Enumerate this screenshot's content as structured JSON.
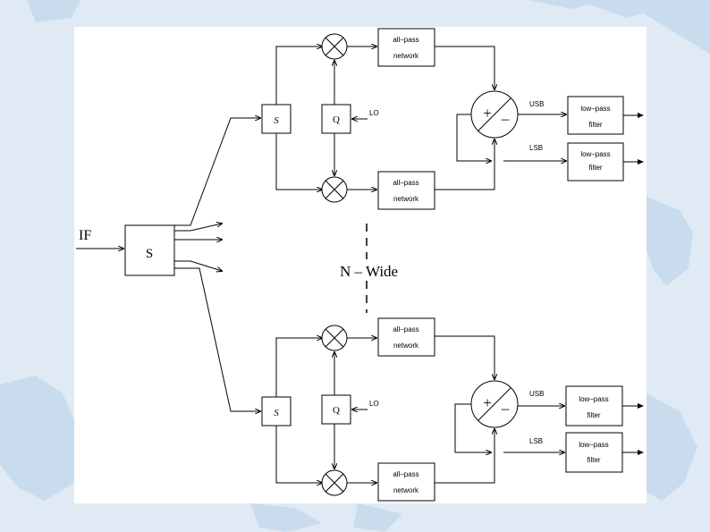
{
  "diagram": {
    "input_label": "IF",
    "main_splitter_label": "S",
    "center_label": "N – Wide",
    "channels": [
      {
        "splitter_label": "S",
        "quadrature_label": "Q",
        "lo_label": "LO",
        "allpass_top": [
          "all–pass",
          "network"
        ],
        "allpass_bottom": [
          "all–pass",
          "network"
        ],
        "combiner_label": "+/–",
        "usb_label": "USB",
        "lsb_label": "LSB",
        "lpf_top": [
          "low–pass",
          "filter"
        ],
        "lpf_bottom": [
          "low–pass",
          "filter"
        ]
      },
      {
        "splitter_label": "S",
        "quadrature_label": "Q",
        "lo_label": "LO",
        "allpass_top": [
          "all–pass",
          "network"
        ],
        "allpass_bottom": [
          "all–pass",
          "network"
        ],
        "combiner_label": "+/–",
        "usb_label": "USB",
        "lsb_label": "LSB",
        "lpf_top": [
          "low–pass",
          "filter"
        ],
        "lpf_bottom": [
          "low–pass",
          "filter"
        ]
      }
    ]
  }
}
